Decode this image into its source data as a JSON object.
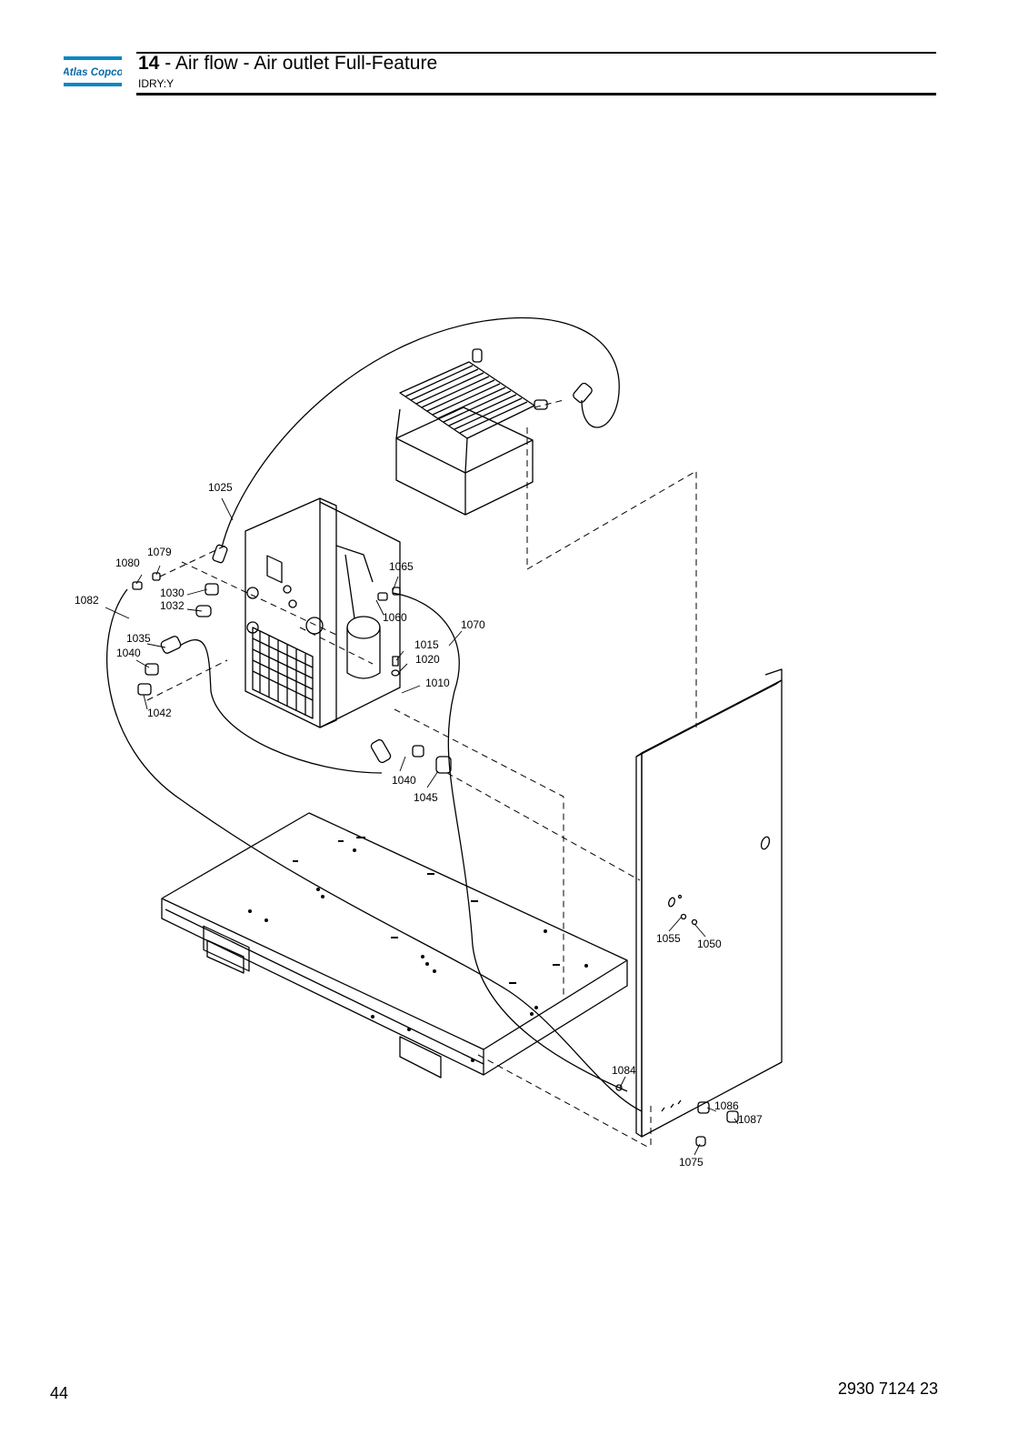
{
  "header": {
    "logo_text": "Atlas Copco",
    "section_number": "14",
    "section_title": " - Air flow - Air outlet Full-Feature",
    "subtitle": "IDRY:Y"
  },
  "diagram": {
    "part_labels": {
      "p1025": "1025",
      "p1079": "1079",
      "p1080": "1080",
      "p1082": "1082",
      "p1030": "1030",
      "p1032": "1032",
      "p1035": "1035",
      "p1040a": "1040",
      "p1042": "1042",
      "p1065": "1065",
      "p1060": "1060",
      "p1070": "1070",
      "p1015": "1015",
      "p1020": "1020",
      "p1010": "1010",
      "p1040b": "1040",
      "p1045": "1045",
      "p1055": "1055",
      "p1050": "1050",
      "p1084": "1084",
      "p1086": "1086",
      "p1087": "1087",
      "p1075": "1075"
    }
  },
  "footer": {
    "page_number": "44",
    "document_number": "2930 7124 23"
  }
}
